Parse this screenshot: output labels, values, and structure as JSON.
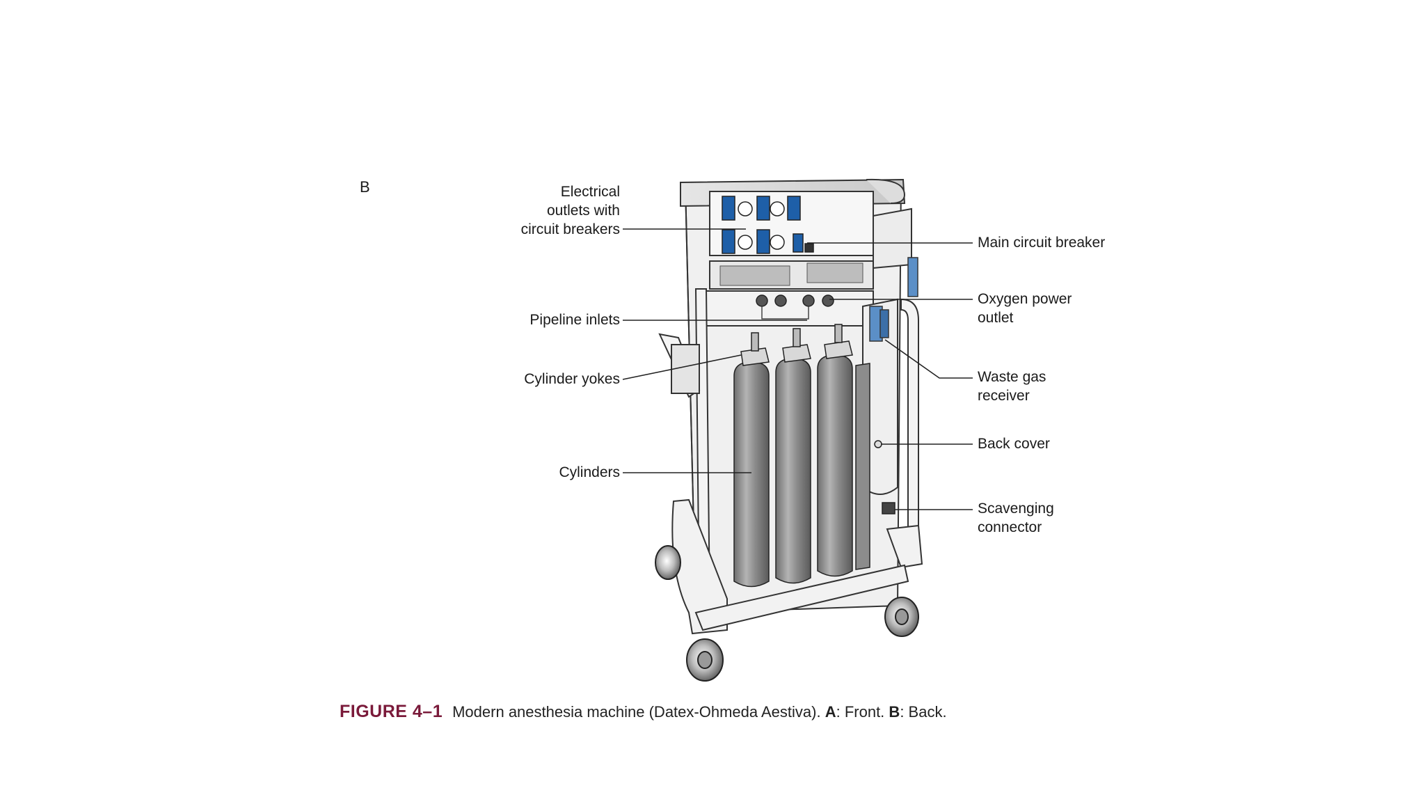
{
  "panel_letter": "B",
  "labels": {
    "electrical_outlets": [
      "Electrical",
      "outlets with",
      "circuit breakers"
    ],
    "main_circuit_breaker": [
      "Main circuit breaker"
    ],
    "pipeline_inlets": [
      "Pipeline inlets"
    ],
    "oxygen_power_outlet": [
      "Oxygen power",
      "outlet"
    ],
    "cylinder_yokes": [
      "Cylinder yokes"
    ],
    "waste_gas_receiver": [
      "Waste gas",
      "receiver"
    ],
    "back_cover": [
      "Back cover"
    ],
    "cylinders": [
      "Cylinders"
    ],
    "scavenging_connector": [
      "Scavenging",
      "connector"
    ]
  },
  "caption": {
    "figure": "FIGURE 4–1",
    "text": "Modern anesthesia machine (Datex-Ohmeda Aestiva).",
    "a_key": "A",
    "a_text": ": Front.",
    "b_key": "B",
    "b_text": ": Back."
  },
  "colors": {
    "caption_figure": "#7a1a3a",
    "outlet_blue": "#1e5fa8",
    "cylinder_gray": "#8e8e8e"
  }
}
